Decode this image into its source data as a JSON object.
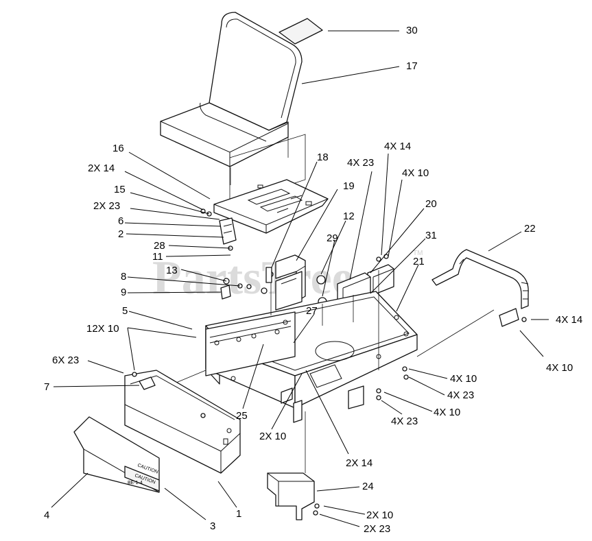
{
  "watermark": {
    "text": "PartsTree",
    "trademark": "TM"
  },
  "decal": {
    "lines": [
      "CAUTION",
      "CAUTION",
      "BE-1-4"
    ]
  },
  "callouts": [
    {
      "id": "30",
      "text": "30"
    },
    {
      "id": "17",
      "text": "17"
    },
    {
      "id": "16",
      "text": "16"
    },
    {
      "id": "2x14-a",
      "text": "2X 14"
    },
    {
      "id": "15",
      "text": "15"
    },
    {
      "id": "2x23-a",
      "text": "2X 23"
    },
    {
      "id": "6",
      "text": "6"
    },
    {
      "id": "2",
      "text": "2"
    },
    {
      "id": "28",
      "text": "28"
    },
    {
      "id": "11",
      "text": "11"
    },
    {
      "id": "13",
      "text": "13"
    },
    {
      "id": "8",
      "text": "8"
    },
    {
      "id": "9",
      "text": "9"
    },
    {
      "id": "5",
      "text": "5"
    },
    {
      "id": "12x10",
      "text": "12X 10"
    },
    {
      "id": "6x23",
      "text": "6X 23"
    },
    {
      "id": "7",
      "text": "7"
    },
    {
      "id": "4",
      "text": "4"
    },
    {
      "id": "3",
      "text": "3"
    },
    {
      "id": "1",
      "text": "1"
    },
    {
      "id": "18",
      "text": "18"
    },
    {
      "id": "19",
      "text": "19"
    },
    {
      "id": "4x23-a",
      "text": "4X 23"
    },
    {
      "id": "4x14-a",
      "text": "4X 14"
    },
    {
      "id": "4x10-a",
      "text": "4X 10"
    },
    {
      "id": "12",
      "text": "12"
    },
    {
      "id": "29",
      "text": "29"
    },
    {
      "id": "20",
      "text": "20"
    },
    {
      "id": "31",
      "text": "31"
    },
    {
      "id": "21",
      "text": "21"
    },
    {
      "id": "22",
      "text": "22"
    },
    {
      "id": "27",
      "text": "27"
    },
    {
      "id": "25",
      "text": "25"
    },
    {
      "id": "2x10-a",
      "text": "2X 10"
    },
    {
      "id": "2x14-b",
      "text": "2X 14"
    },
    {
      "id": "24",
      "text": "24"
    },
    {
      "id": "2x10-b",
      "text": "2X 10"
    },
    {
      "id": "2x23-b",
      "text": "2X 23"
    },
    {
      "id": "4x14-b",
      "text": "4X 14"
    },
    {
      "id": "4x10-b",
      "text": "4X 10"
    },
    {
      "id": "4x10-c",
      "text": "4X 10"
    },
    {
      "id": "4x23-b",
      "text": "4X 23"
    },
    {
      "id": "4x10-d",
      "text": "4X 10"
    },
    {
      "id": "4x23-c",
      "text": "4X 23"
    }
  ]
}
